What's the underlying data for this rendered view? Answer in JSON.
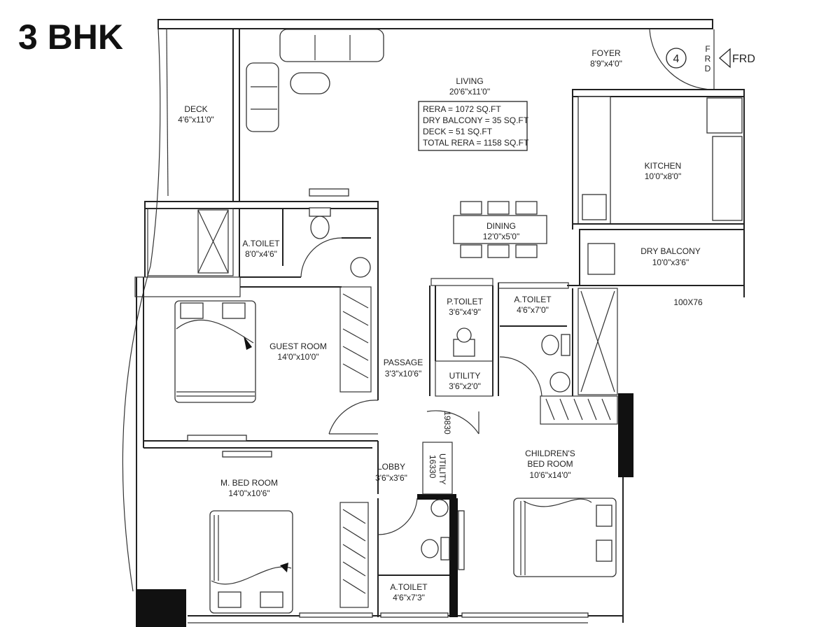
{
  "plan": {
    "title": "3 BHK",
    "flat_number": "4",
    "entry_label": "FRD",
    "entry_label_vertical": "FRD",
    "area_summary": [
      "RERA = 1072 SQ.FT",
      "DRY BALCONY = 35 SQ.FT",
      "DECK = 51 SQ.FT",
      "TOTAL RERA = 1158 SQ.FT"
    ],
    "window_note": "100X76",
    "dims": {
      "passage_width": "19830",
      "utility_width": "16330"
    },
    "rooms": {
      "foyer": {
        "name": "FOYER",
        "size": "8'9\"x4'0\""
      },
      "living": {
        "name": "LIVING",
        "size": "20'6\"x11'0\""
      },
      "deck": {
        "name": "DECK",
        "size": "4'6\"x11'0\""
      },
      "kitchen": {
        "name": "KITCHEN",
        "size": "10'0\"x8'0\""
      },
      "dining": {
        "name": "DINING",
        "size": "12'0\"x5'0\""
      },
      "dry_balcony": {
        "name": "DRY BALCONY",
        "size": "10'0\"x3'6\""
      },
      "guest_toilet": {
        "name": "A.TOILET",
        "size": "8'0\"x4'6\""
      },
      "guest_room": {
        "name": "GUEST ROOM",
        "size": "14'0\"x10'0\""
      },
      "passage": {
        "name": "PASSAGE",
        "size": "3'3\"x10'6\""
      },
      "p_toilet": {
        "name": "P.TOILET",
        "size": "3'6\"x4'9\""
      },
      "utility": {
        "name": "UTILITY",
        "size": "3'6\"x2'0\""
      },
      "child_toilet": {
        "name": "A.TOILET",
        "size": "4'6\"x7'0\""
      },
      "children_bed": {
        "name": "CHILDREN'S",
        "name2": "BED ROOM",
        "size": "10'6\"x14'0\""
      },
      "lobby": {
        "name": "LOBBY",
        "size": "3'6\"x3'6\""
      },
      "utility2": {
        "name": "UTILITY"
      },
      "master_bed": {
        "name": "M. BED ROOM",
        "size": "14'0\"x10'6\""
      },
      "master_toilet": {
        "name": "A.TOILET",
        "size": "4'6\"x7'3\""
      }
    }
  }
}
